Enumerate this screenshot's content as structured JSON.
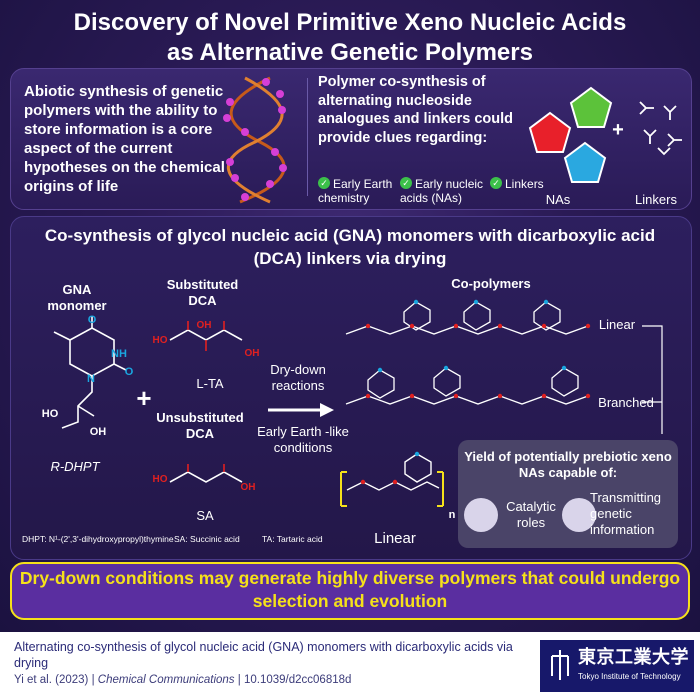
{
  "title": {
    "line1": "Discovery of Novel Primitive Xeno Nucleic Acids",
    "line2": "as Alternative Genetic Polymers"
  },
  "intro": {
    "left_text": "Abiotic synthesis of genetic polymers with the ability to store information is a core aspect of the current hypotheses on the chemical origins of life",
    "mid_heading": "Polymer co-synthesis of alternating nucleoside analogues and linkers could provide clues regarding:",
    "clues": [
      "Early Earth chemistry",
      "Early nucleic acids (NAs)",
      "Linkers"
    ],
    "nas_label": "NAs",
    "plus": "+",
    "linkers_label": "Linkers"
  },
  "cosynthesis": {
    "heading": "Co-synthesis of glycol nucleic acid (GNA) monomers with dicarboxylic acid (DCA) linkers via drying",
    "gna_label": "GNA monomer",
    "gna_name": "R-DHPT",
    "sub_dca_label": "Substituted DCA",
    "lta_name": "L-TA",
    "unsub_dca_label": "Unsubstituted DCA",
    "sa_name": "SA",
    "dry_down": "Dry-down reactions",
    "early_earth": "Early Earth -like conditions",
    "copolymers": "Co-polymers",
    "linear": "Linear",
    "branched": "Branched",
    "linear_bottom": "Linear",
    "footnote_dhpt": "DHPT: N¹-(2',3'-dihydroxypropyl)thymine",
    "footnote_sa": "SA: Succinic acid",
    "footnote_ta": "TA: Tartaric acid",
    "repeat_n": "n"
  },
  "yield_box": {
    "title": "Yield of potentially prebiotic xeno NAs capable of:",
    "catalytic": "Catalytic roles",
    "transmitting": "Transmitting genetic information"
  },
  "conclusion": "Dry-down conditions may generate highly diverse polymers that could undergo selection and evolution",
  "footer": {
    "paper_title": "Alternating co-synthesis of glycol nucleic acid (GNA) monomers with dicarboxylic acids via drying",
    "authors": "Yi et al. (2023)",
    "journal": "Chemical Communications",
    "doi": "10.1039/d2cc06818d",
    "separator": "|",
    "logo_jp": "東京工業大学",
    "logo_en": "Tokyo Institute of Technology"
  },
  "chem_labels": {
    "O": "O",
    "NH": "NH",
    "N": "N",
    "HO": "HO",
    "OH": "OH"
  },
  "colors": {
    "background": "#2a1a55",
    "accent_yellow": "#f5e11a",
    "check_green": "#3cc04a",
    "oxygen_red": "#e02020",
    "nitrogen_blue": "#1aa7e0",
    "pentagon_red": "#e8202a",
    "pentagon_green": "#5cc23a",
    "pentagon_blue": "#2aa8e0"
  }
}
